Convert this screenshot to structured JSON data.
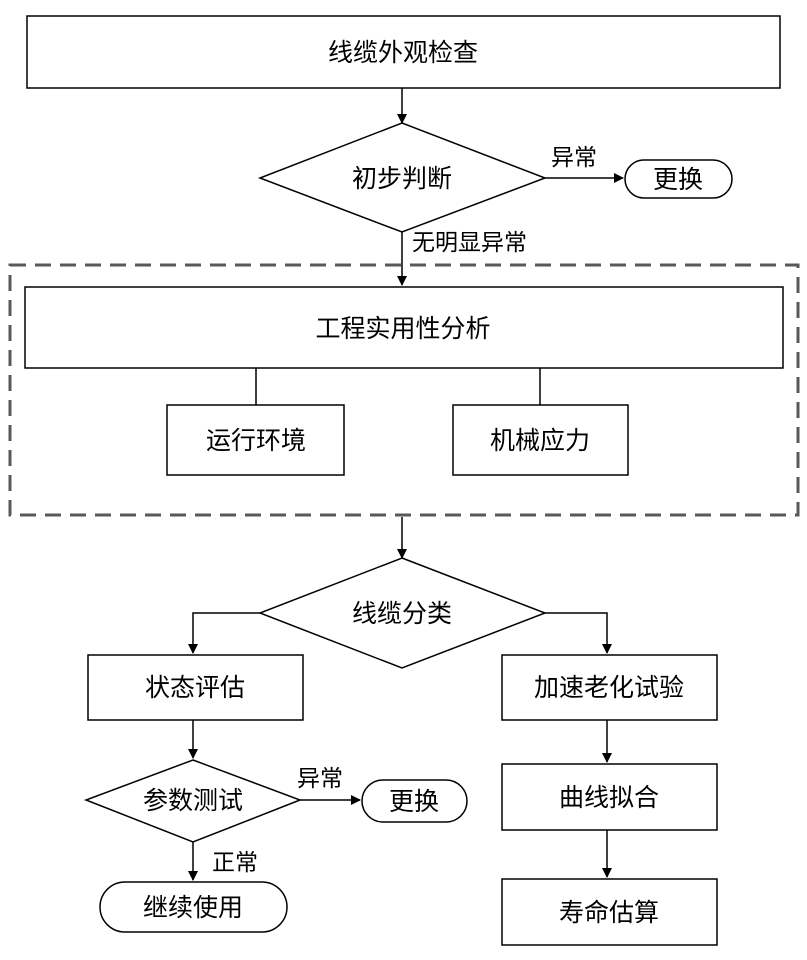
{
  "nodes": {
    "inspection": "线缆外观检查",
    "preliminary": "初步判断",
    "replace_top": "更换",
    "analysis": "工程实用性分析",
    "environment": "运行环境",
    "mechanical": "机械应力",
    "classification": "线缆分类",
    "status_eval": "状态评估",
    "accel_aging": "加速老化试验",
    "param_test": "参数测试",
    "replace_bottom": "更换",
    "curve_fit": "曲线拟合",
    "continue_use": "继续使用",
    "life_estimate": "寿命估算"
  },
  "edges": {
    "abnormal_top": "异常",
    "no_obvious_abnormal": "无明显异常",
    "abnormal_bottom": "异常",
    "normal": "正常"
  }
}
